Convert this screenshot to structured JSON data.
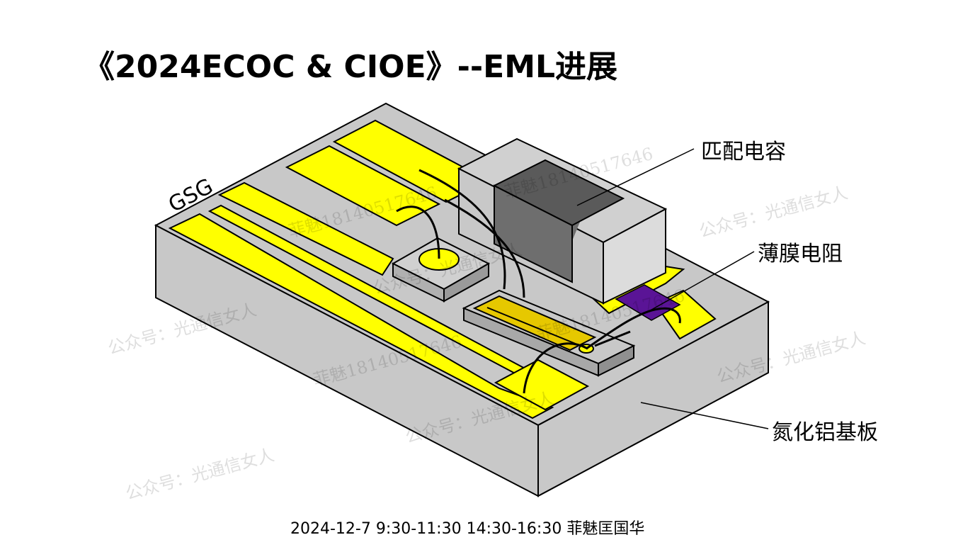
{
  "title": "《2024ECOC & CIOE》--EML进展",
  "footer": "2024-12-7 9:30-11:30  14:30-16:30  菲魅匡国华",
  "labels": {
    "gsg": "GSG",
    "capacitor": "匹配电容",
    "resistor": "薄膜电阻",
    "substrate": "氮化铝基板"
  },
  "watermarks": {
    "account": "公众号：光通信女人",
    "contact": "菲魅18140517646"
  },
  "colors": {
    "trace": "#ffff00",
    "substrate": "#c8c8c8",
    "resistor": "#5a1496",
    "capacitor_dark": "#6e6e6e"
  }
}
